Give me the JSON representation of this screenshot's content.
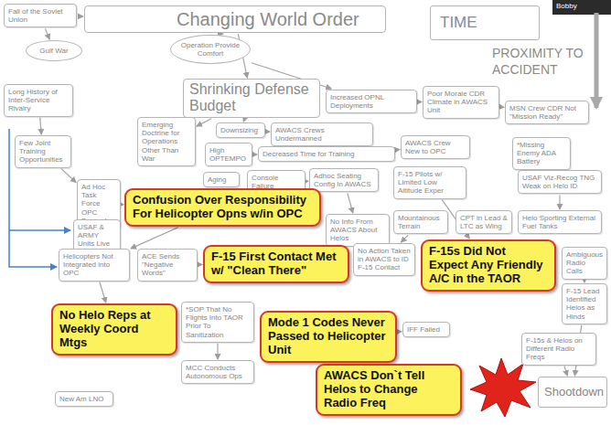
{
  "diagram": {
    "nodes": [
      {
        "text": [
          "Fall of the Soviet Union"
        ]
      },
      {
        "text": [
          "Changing World Order"
        ]
      },
      {
        "text": [
          "TIME"
        ]
      },
      {
        "text": [
          "Gulf War"
        ]
      },
      {
        "text": [
          "Operation Provide Comfort"
        ]
      },
      {
        "text": [
          "Shrinking Defense Budget"
        ]
      },
      {
        "text": [
          "Long History of Inter-Service Rivalry"
        ]
      },
      {
        "text": [
          "Increased OPNL Deployments"
        ]
      },
      {
        "text": [
          "Poor Morale CDR Climate in AWACS Unit"
        ]
      },
      {
        "text": [
          "MSN Crew CDR Not \"Mission Ready\""
        ]
      },
      {
        "text": [
          "Few Joint Training Opportunities"
        ]
      },
      {
        "text": [
          "Emerging Doctrine for Operations Other Than War"
        ]
      },
      {
        "text": [
          "Downsizing"
        ]
      },
      {
        "text": [
          "AWACS Crews Undermanned"
        ]
      },
      {
        "text": [
          "High OPTEMPO"
        ]
      },
      {
        "text": [
          "Decreased Time for Training"
        ]
      },
      {
        "text": [
          "AWACS Crew New to OPC"
        ]
      },
      {
        "text": [
          "*Missing Enemy ADA Battery"
        ]
      },
      {
        "text": [
          "Aging"
        ]
      },
      {
        "text": [
          "Console Failure"
        ]
      },
      {
        "text": [
          "Adhoc Seating Config In AWACS"
        ]
      },
      {
        "text": [
          "F-15 Pilots w/ Limited Low Altitude Exper"
        ]
      },
      {
        "text": [
          "USAF Viz-Recog TNG Weak on Helo ID"
        ]
      },
      {
        "text": [
          "Ad Hoc Task Force OPC Formed"
        ]
      },
      {
        "text": [
          "Confusion Over Responsibility For Helicopter Opns w/in OPC"
        ]
      },
      {
        "text": [
          "USAF & ARMY Units Live Apart"
        ]
      },
      {
        "text": [
          "No Info From AWACS About Helos"
        ]
      },
      {
        "text": [
          "Mountainous Terrain"
        ]
      },
      {
        "text": [
          "CPT in Lead & LTC as Wing"
        ]
      },
      {
        "text": [
          "Helo Sporting External Fuel Tanks"
        ]
      },
      {
        "text": [
          "F-15s Did Not Expect Any Friendly A/C in the TAOR"
        ]
      },
      {
        "text": [
          "F-15 First Contact Met w/ \"Clean There\""
        ]
      },
      {
        "text": [
          "No Action Taken in AWACS to ID F-15 Contact"
        ]
      },
      {
        "text": [
          "Helicopters Not Integrated into OPC"
        ]
      },
      {
        "text": [
          "ACE Sends \"Negative Words\""
        ]
      },
      {
        "text": [
          "Ambiguous Radio Calls"
        ]
      },
      {
        "text": [
          "F-15 Lead Identified Helos as Hinds"
        ]
      },
      {
        "text": [
          "No Helo Reps at Weekly Coord Mtgs"
        ]
      },
      {
        "text": [
          "*SOP That No Flights Into TAOR Prior To Sanitization"
        ]
      },
      {
        "text": [
          "Mode 1 Codes Never Passed to Helicopter Unit"
        ]
      },
      {
        "text": [
          "IFF Failed"
        ]
      },
      {
        "text": [
          "F-15s & Helos on Different Radio Freqs"
        ]
      },
      {
        "text": [
          "MCC Conducts Autonomous Ops"
        ]
      },
      {
        "text": [
          "AWACS Don`t Tell Helos to Change Radio Freq"
        ]
      },
      {
        "text": [
          "New Am LNO"
        ]
      },
      {
        "text": [
          "Shootdown"
        ]
      }
    ],
    "edges": [
      {
        "from": 0,
        "to": 1,
        "arrow": "to"
      },
      {
        "from": 0,
        "to": 3,
        "arrow": "to"
      },
      {
        "from": 1,
        "to": 4,
        "arrow": "to"
      },
      {
        "from": 1,
        "to": 5,
        "arrow": "to"
      },
      {
        "from": 4,
        "to": 7,
        "arrow": "to"
      },
      {
        "from": 5,
        "to": 12,
        "arrow": "to"
      },
      {
        "from": 5,
        "to": 11,
        "arrow": "to"
      },
      {
        "from": 6,
        "to": 10,
        "arrow": "to"
      },
      {
        "from": 7,
        "to": 8,
        "arrow": "to"
      },
      {
        "from": 8,
        "to": 9,
        "arrow": "to"
      },
      {
        "from": 12,
        "to": 13,
        "arrow": "to"
      },
      {
        "from": 14,
        "to": 15,
        "arrow": "to"
      },
      {
        "from": 15,
        "to": 16,
        "arrow": "to"
      },
      {
        "from": 10,
        "to": 23,
        "arrow": "to"
      },
      {
        "from": 23,
        "to": 24,
        "arrow": "to"
      },
      {
        "from": 25,
        "to": 33,
        "arrow": "to"
      },
      {
        "from": 24,
        "to": 33,
        "arrow": "to"
      },
      {
        "from": 33,
        "to": 37,
        "arrow": "to"
      },
      {
        "from": 34,
        "to": 31,
        "arrow": "to"
      },
      {
        "from": 19,
        "to": 20,
        "arrow": "to"
      },
      {
        "from": 20,
        "to": 26,
        "arrow": "to"
      },
      {
        "from": 21,
        "to": 30,
        "arrow": "to"
      },
      {
        "from": 27,
        "to": 32,
        "arrow": "to"
      },
      {
        "from": 22,
        "to": 29,
        "arrow": "to"
      },
      {
        "from": 35,
        "to": 36,
        "arrow": "to"
      },
      {
        "from": 36,
        "to": 45,
        "arrow": "to"
      },
      {
        "from": 41,
        "to": 45,
        "arrow": "to"
      },
      {
        "from": 39,
        "to": 40,
        "arrow": "to"
      },
      {
        "from": 38,
        "to": 42,
        "arrow": "to"
      }
    ],
    "labels": [
      "PROXIMITY TO ACCIDENT",
      "Bobby"
    ]
  }
}
